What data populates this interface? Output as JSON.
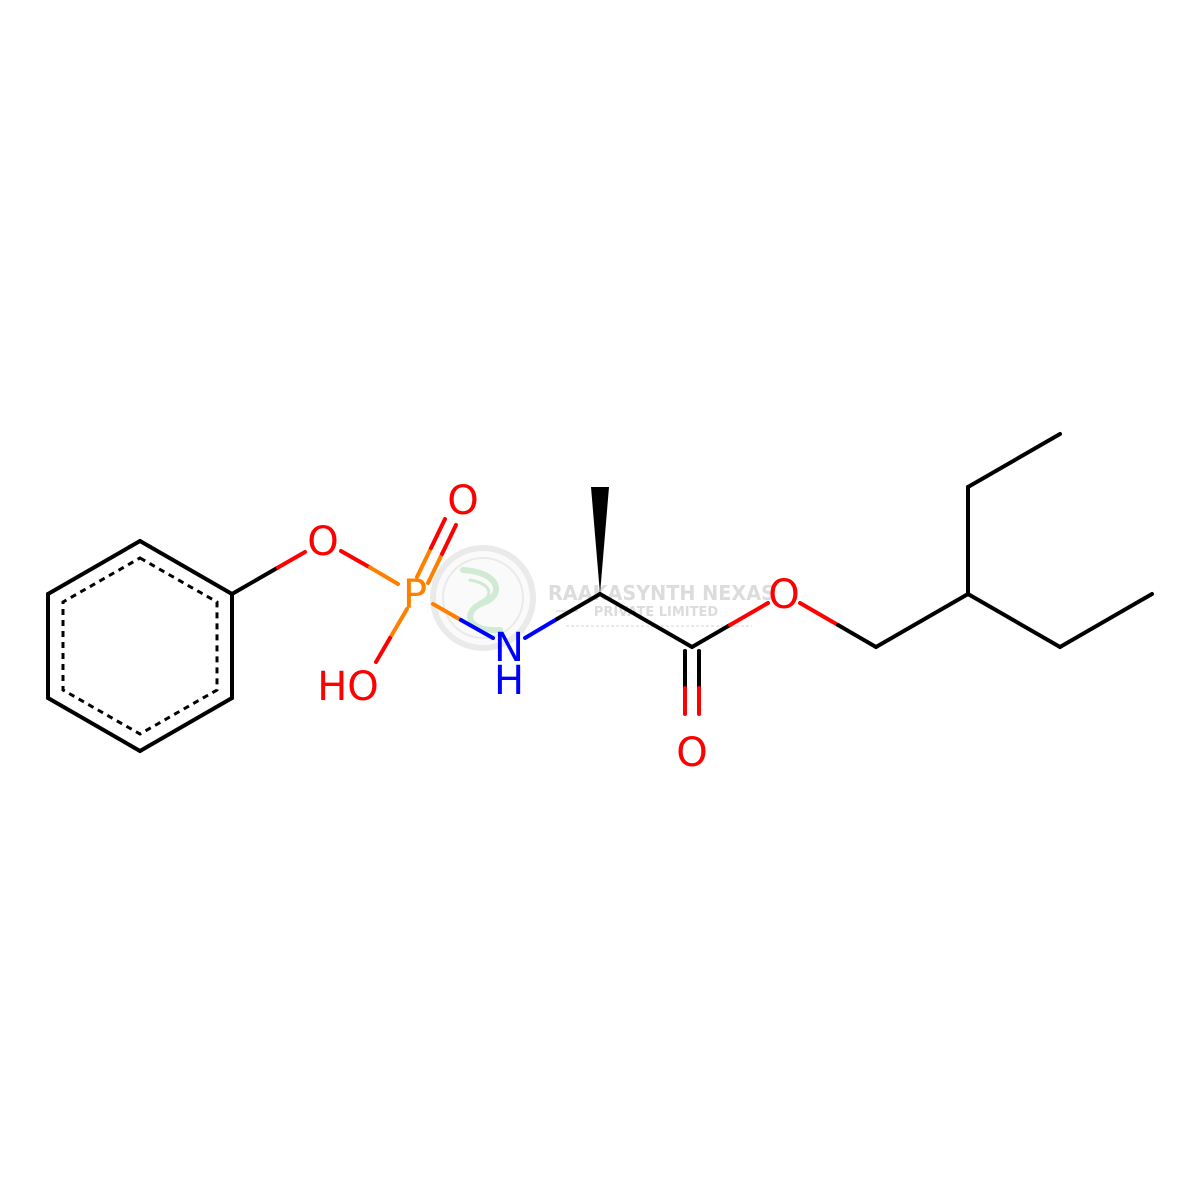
{
  "page": {
    "background": "#FFFFFF"
  },
  "colors": {
    "carbon": "#000000",
    "oxygen": "#FF0000",
    "nitrogen": "#0000FF",
    "phosphorus": "#FF8000",
    "watermark_text": "#D9D9D9",
    "watermark_ring": "#E8E8E8",
    "watermark_accent": "#CDE8CF"
  },
  "molecule": {
    "labels": {
      "phenoxy_oxygen": "O",
      "phosphorus": "P",
      "phosphoryl_oxygen": "O",
      "hydroxyl": "HO",
      "nitrogen": "N",
      "nitrogen_hydrogen": "H",
      "ester_oxygen": "O",
      "carbonyl_oxygen": "O"
    }
  },
  "watermark": {
    "company": "RAAKASYNTH NEXAS",
    "legal_suffix": "PRIVATE LIMITED"
  }
}
